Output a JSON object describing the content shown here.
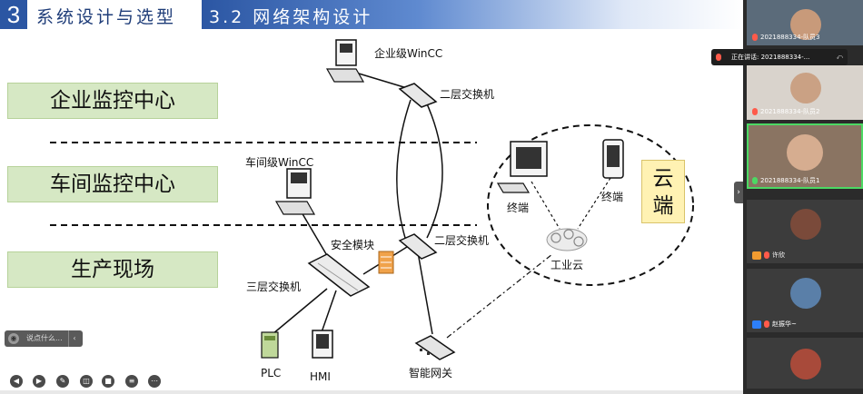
{
  "slide": {
    "chapter_number": "3",
    "chapter_title": "系统设计与选型",
    "section_title": "3.2 网络架构设计",
    "levels": [
      "企业监控中心",
      "车间监控中心",
      "生产现场"
    ],
    "cloud_label_lines": [
      "云",
      "端"
    ],
    "nodes": {
      "enterprise_wincc": "企业级WinCC",
      "switch_top": "二层交换机",
      "workshop_wincc": "车间级WinCC",
      "security_module": "安全模块",
      "switch_mid": "二层交换机",
      "switch_l3": "三层交换机",
      "plc": "PLC",
      "hmi": "HMI",
      "smart_gateway": "智能网关",
      "terminal_left": "终端",
      "terminal_right": "终端",
      "industrial_cloud": "工业云"
    }
  },
  "toolbar": {
    "chat_placeholder": "说点什么...",
    "icons": [
      "back-icon",
      "forward-icon",
      "pen-icon",
      "screenshot-icon",
      "camera-icon",
      "chat-icon",
      "more-icon"
    ]
  },
  "participants": [
    {
      "name": "2021888334-队员3",
      "mic": "muted"
    },
    {
      "name": "2021888334-队员2",
      "mic": "muted"
    },
    {
      "name": "2021888334-队员1",
      "mic": "on"
    },
    {
      "name": "许欣",
      "mic": "muted"
    },
    {
      "name": "赵振华~",
      "mic": "muted"
    },
    {
      "name": ""
    }
  ],
  "speaking_banner": {
    "text": "正在讲话: 2021888334-..."
  },
  "colors": {
    "accent": "#2b56a3",
    "level_box": "#d6e8c4",
    "cloud_box": "#fff2b3",
    "active_tile": "#4cd964"
  }
}
